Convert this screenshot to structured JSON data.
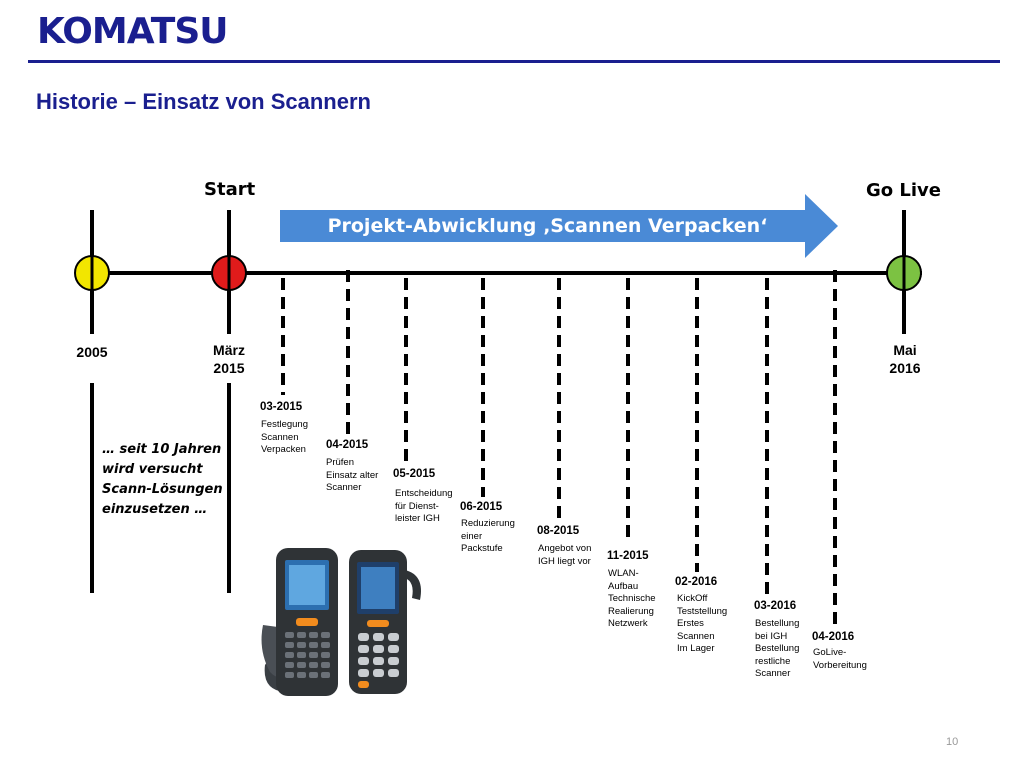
{
  "header": {
    "logo": "KOMATSU",
    "title": "Historie – Einsatz von Scannern"
  },
  "timeline": {
    "start_heading": "Start",
    "golive_heading": "Go Live",
    "arrow_label": "Projekt-Abwicklung ‚Scannen Verpacken‘",
    "milestones": [
      {
        "label": "2005",
        "color": "#f2e600"
      },
      {
        "label": "März\n2015",
        "color": "#e01b1b"
      },
      {
        "label": "Mai\n2016",
        "color": "#7cc242"
      }
    ],
    "events": [
      {
        "date": "03-2015",
        "text": "Festlegung\nScannen\nVerpacken"
      },
      {
        "date": "04-2015",
        "text": "Prüfen\nEinsatz alter\nScanner"
      },
      {
        "date": "05-2015",
        "text": "Entscheidung\nfür Dienst-\nleister IGH"
      },
      {
        "date": "06-2015",
        "text": "Reduzierung\neiner\nPackstufe"
      },
      {
        "date": "08-2015",
        "text": "Angebot von\nIGH liegt vor"
      },
      {
        "date": "11-2015",
        "text": "WLAN-\nAufbau\nTechnische\nRealierung\nNetzwerk"
      },
      {
        "date": "02-2016",
        "text": "KickOff\nTeststellung\nErstes\nScannen\nIm Lager"
      },
      {
        "date": "03-2016",
        "text": "Bestellung\nbei IGH\nBestellung\nrestliche\nScanner"
      },
      {
        "date": "04-2016",
        "text": "GoLive-\nVorbereitung"
      }
    ]
  },
  "note": "… seit 10 Jahren\nwird versucht\nScann-Lösungen\neinzusetzen …",
  "colors": {
    "brand": "#1a1f8f",
    "arrow": "#4a8ad6"
  },
  "page_number": "10"
}
